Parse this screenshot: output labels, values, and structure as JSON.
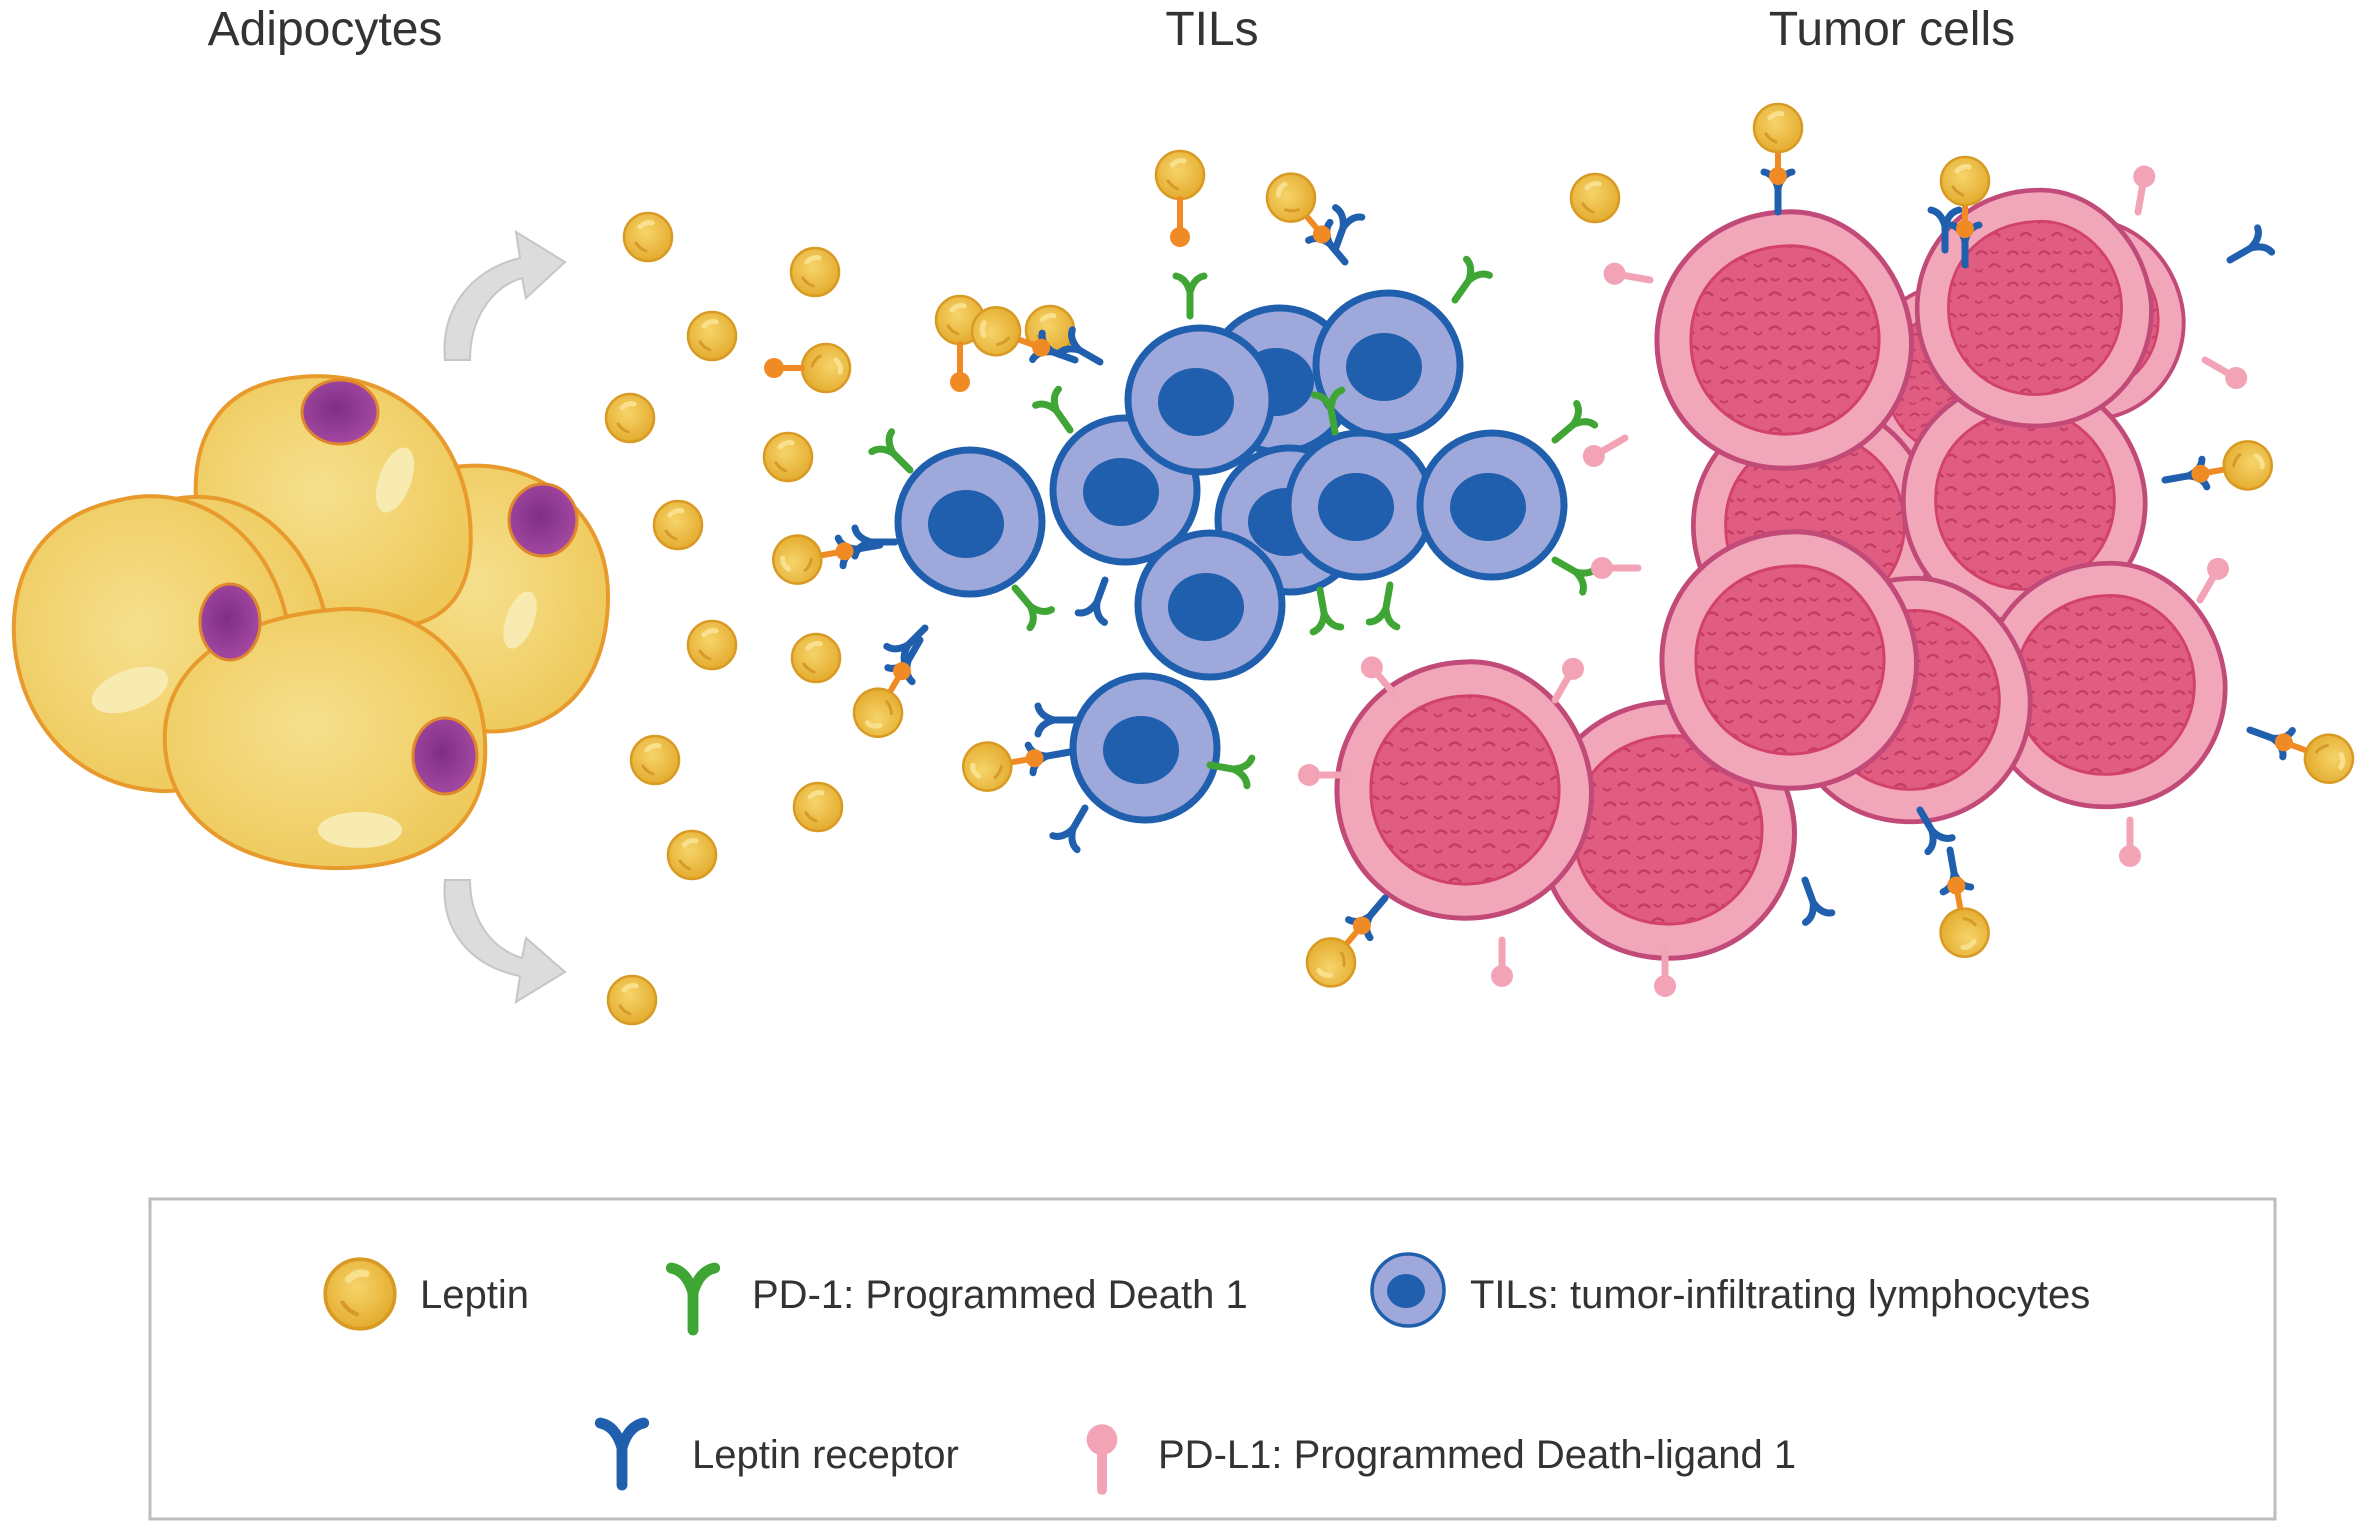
{
  "titles": {
    "adipocytes": "Adipocytes",
    "tils": "TILs",
    "tumor": "Tumor cells"
  },
  "legend": {
    "leptin": "Leptin",
    "pd1": "PD-1:  Programmed Death 1",
    "tils": "TILs: tumor-infiltrating lymphocytes",
    "leptin_receptor": "Leptin receptor",
    "pdl1": "PD-L1:  Programmed Death-ligand 1"
  },
  "colors": {
    "adipocyte": "#F0D374",
    "adipocyte_edge": "#E89A2C",
    "nucleus_purple": "#9B3D98",
    "leptin": "#E9B53C",
    "leptin_stalk": "#F08A24",
    "pd1": "#3FA535",
    "leptin_receptor": "#1F5FAE",
    "til_outer": "#9FA8DB",
    "til_nucleus": "#1F5FAE",
    "tumor_outer": "#F1A6BA",
    "tumor_inner": "#E0557A",
    "pdl1": "#F2A3B5"
  },
  "icons": [
    "arrow-icon",
    "leptin-icon",
    "pd1-icon",
    "til-icon",
    "leptin-receptor-icon",
    "pdl1-icon"
  ]
}
